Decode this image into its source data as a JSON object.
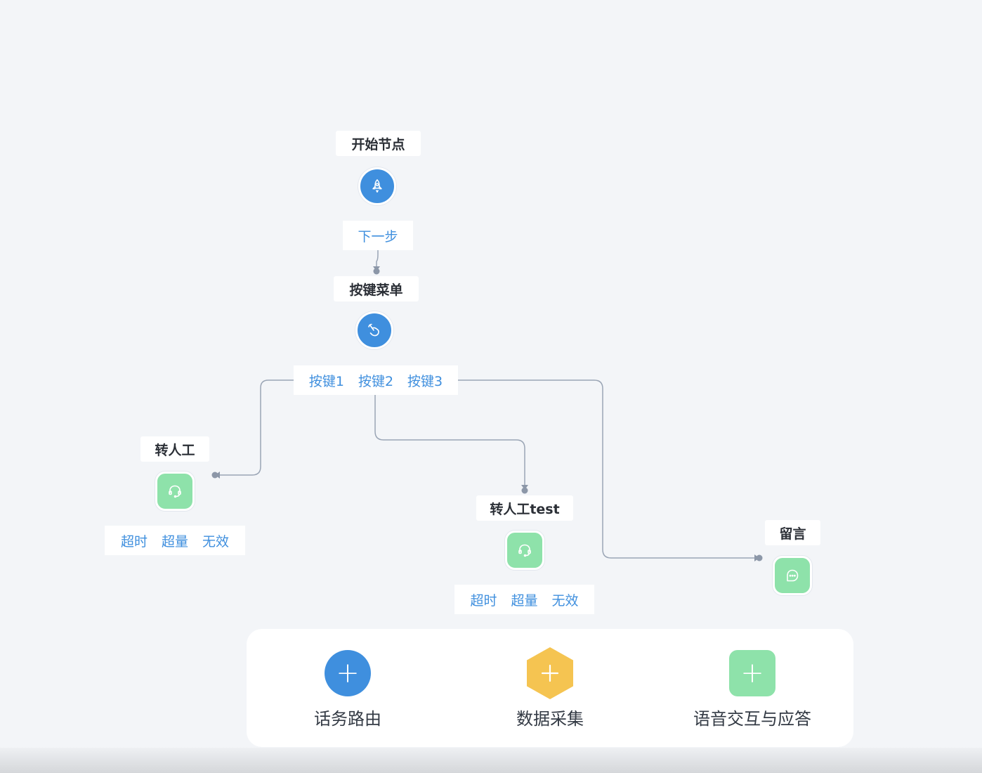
{
  "nodes": {
    "start": {
      "title": "开始节点",
      "ports": [
        "下一步"
      ],
      "icon": "rocket-icon"
    },
    "menu": {
      "title": "按键菜单",
      "ports": [
        "按键1",
        "按键2",
        "按键3"
      ],
      "icon": "tap-hand-icon"
    },
    "agent1": {
      "title": "转人工",
      "ports": [
        "超时",
        "超量",
        "无效"
      ],
      "icon": "headset-icon"
    },
    "agent2": {
      "title": "转人工test",
      "ports": [
        "超时",
        "超量",
        "无效"
      ],
      "icon": "headset-icon"
    },
    "message": {
      "title": "留言",
      "icon": "chat-bubble-icon"
    }
  },
  "toolbar": {
    "items": [
      {
        "label": "话务路由",
        "shape": "circle",
        "color": "#3f8fde",
        "icon": "plus-icon"
      },
      {
        "label": "数据采集",
        "shape": "hexagon",
        "color": "#f5c451",
        "icon": "plus-icon"
      },
      {
        "label": "语音交互与应答",
        "shape": "rounded-square",
        "color": "#8ee2aa",
        "icon": "plus-icon"
      }
    ]
  },
  "colors": {
    "accent_blue": "#3f8fde",
    "accent_green": "#8ee2aa",
    "accent_yellow": "#f5c451",
    "edge": "#9aa5b5"
  }
}
